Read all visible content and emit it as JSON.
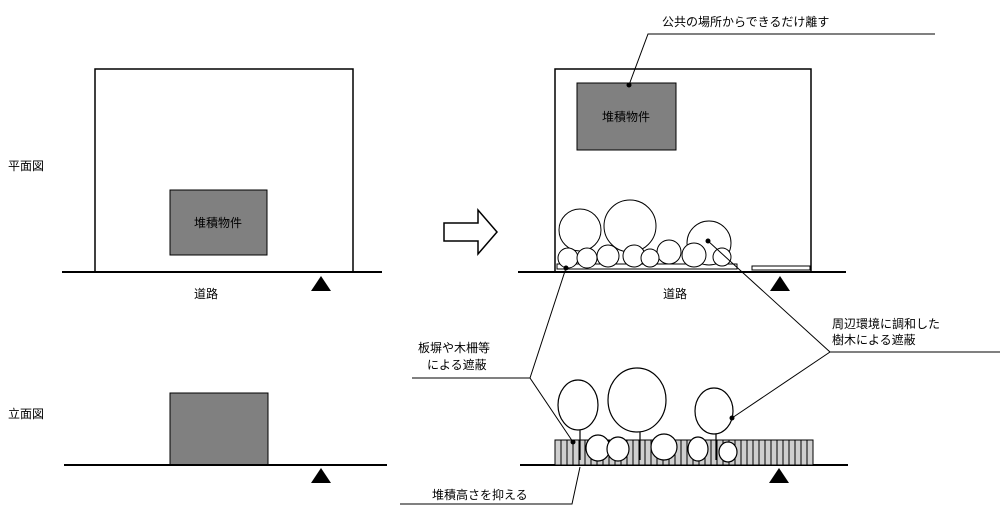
{
  "labels": {
    "plan": "平面図",
    "elevation": "立面図",
    "road_left": "道路",
    "road_right": "道路",
    "stockpile_left": "堆積物件",
    "stockpile_right": "堆積物件"
  },
  "callouts": {
    "distance": "公共の場所からできるだけ離す",
    "fence_line1": "板塀や木柵等",
    "fence_line2": "による遮蔽",
    "trees_line1": "周辺環境に調和した",
    "trees_line2": "樹木による遮蔽",
    "height": "堆積高さを抑える"
  },
  "colors": {
    "stockpile_fill": "#808080",
    "line": "#000000"
  }
}
